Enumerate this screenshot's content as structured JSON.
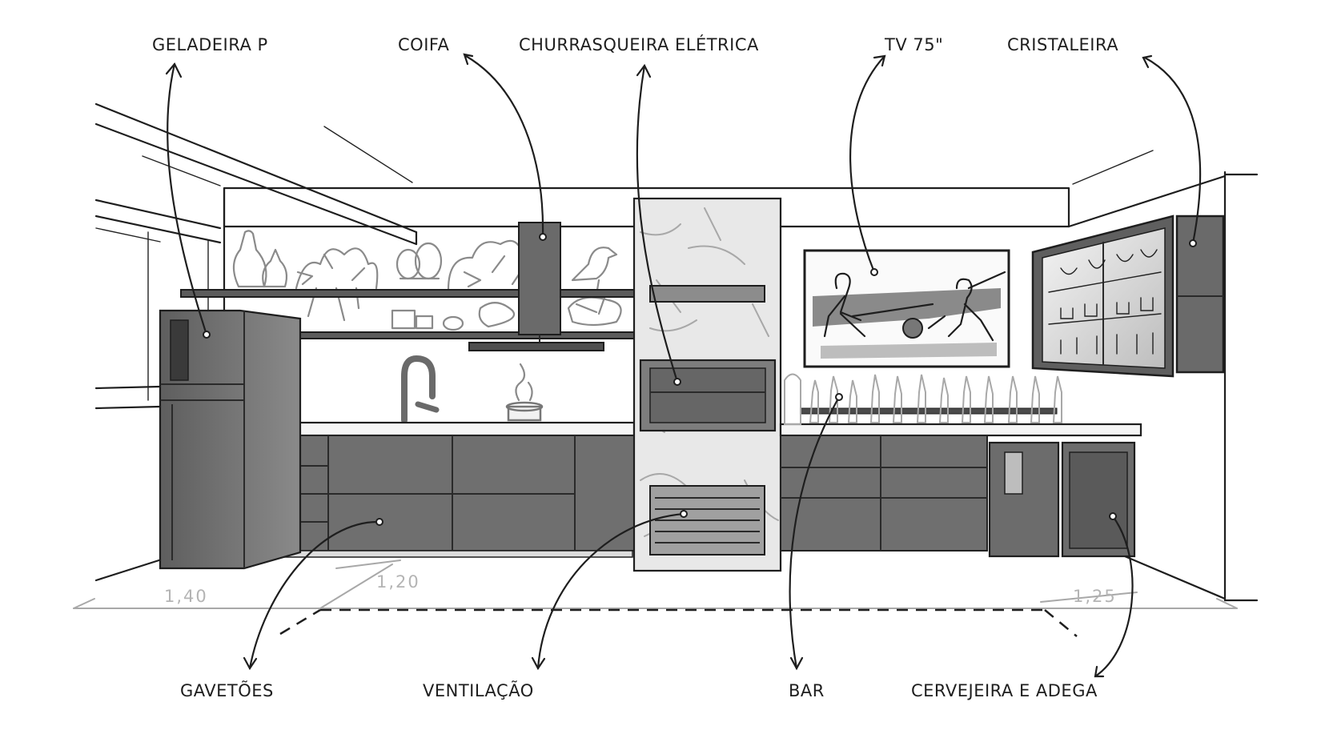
{
  "labels": {
    "geladeira": "GELADEIRA P",
    "coifa": "COIFA",
    "churrasqueira": "CHURRASQUEIRA ELÉTRICA",
    "tv": "TV 75\"",
    "cristaleira": "CRISTALEIRA",
    "gavetoes": "GAVETÕES",
    "ventilacao": "VENTILAÇÃO",
    "bar": "BAR",
    "cervejeira": "CERVEJEIRA E ADEGA"
  },
  "dimensions": {
    "left": "1,40",
    "left_depth": "1,20",
    "right": "1,25"
  },
  "colors": {
    "ink": "#1e1e1e",
    "cabinet": "#6f6f6f",
    "marble": "#e6e6e6",
    "dimension": "#b4b4b4"
  }
}
